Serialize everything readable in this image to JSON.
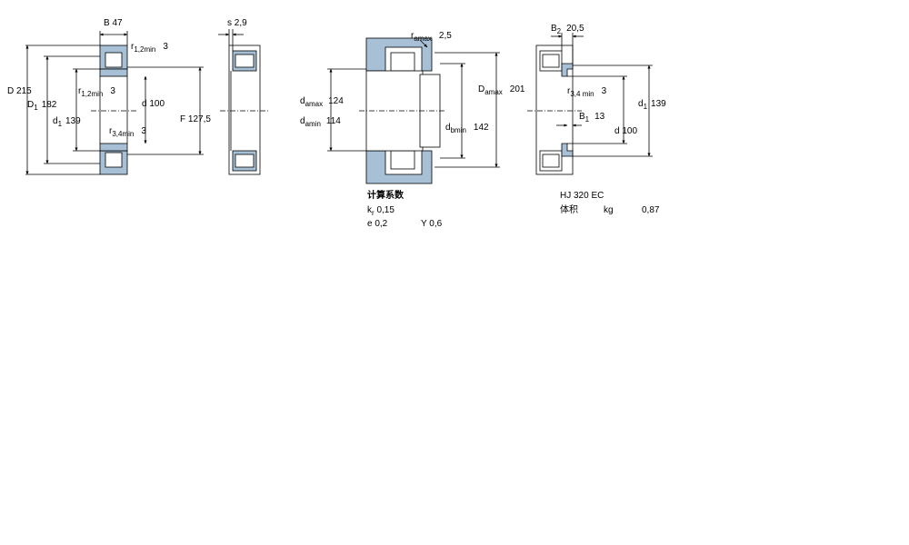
{
  "colors": {
    "ring_fill": "#a7c0d6",
    "roller_fill": "#ffffff",
    "line": "#000000",
    "background": "#ffffff"
  },
  "view1": {
    "B_label": "B",
    "B_value": "47",
    "r12_top_label": "r",
    "r12_top_sub": "1,2min",
    "r12_top_value": "3",
    "D_label": "D",
    "D_value": "215",
    "D1_label": "D",
    "D1_sub": "1",
    "D1_value": "182",
    "r12_in_label": "r",
    "r12_in_sub": "1,2min",
    "r12_in_value": "3",
    "d1_label": "d",
    "d1_sub": "1",
    "d1_value": "139",
    "d_label": "d",
    "d_value": "100",
    "F_label": "F",
    "F_value": "127,5",
    "r34_label": "r",
    "r34_sub": "3,4min",
    "r34_value": "3"
  },
  "view2": {
    "s_label": "s",
    "s_value": "2,9"
  },
  "view3": {
    "ra_label": "r",
    "ra_sub": "amax",
    "ra_value": "2,5",
    "damax_label": "d",
    "damax_sub": "amax",
    "damax_value": "124",
    "damin_label": "d",
    "damin_sub": "amin",
    "damin_value": "114",
    "Damax_label": "D",
    "Damax_sub": "amax",
    "Damax_value": "201",
    "dbmin_label": "d",
    "dbmin_sub": "bmin",
    "dbmin_value": "142"
  },
  "view4": {
    "B2_label": "B",
    "B2_sub": "2",
    "B2_value": "20,5",
    "r34_label": "r",
    "r34_sub": "3,4 min",
    "r34_value": "3",
    "B1_label": "B",
    "B1_sub": "1",
    "B1_value": "13",
    "d1_label": "d",
    "d1_sub": "1",
    "d1_value": "139",
    "d_label": "d",
    "d_value": "100"
  },
  "calc": {
    "title": "计算系数",
    "kr_label": "k",
    "kr_sub": "r",
    "kr_value": "0,15",
    "e_label": "e",
    "e_value": "0,2",
    "Y_label": "Y",
    "Y_value": "0,6"
  },
  "product": {
    "designation": "HJ 320 EC",
    "volume_label": "体积",
    "unit": "kg",
    "mass": "0,87"
  }
}
